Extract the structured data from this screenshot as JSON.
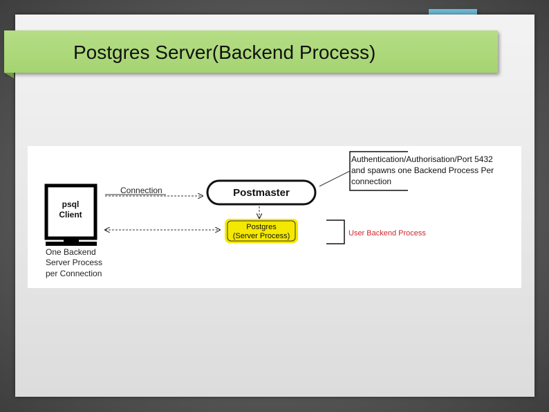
{
  "slide": {
    "title": "Postgres Server(Backend Process)"
  },
  "diagram": {
    "client_label_line1": "psql",
    "client_label_line2": "Client",
    "client_caption": [
      "One Backend",
      "Server Process",
      "per Connection"
    ],
    "connection_label": "Connection",
    "postmaster_label": "Postmaster",
    "server_process_line1": "Postgres",
    "server_process_line2": "(Server Process)",
    "auth_note": [
      "Authentication/Authorisation/Port 5432",
      "and spawns one Backend Process Per",
      "connection"
    ],
    "user_backend_label": "User Backend  Process",
    "colors": {
      "title_band": "#a9d676",
      "accent_bar": "#6fb7d4",
      "highlight": "#f5e800",
      "user_backend_text": "#d0262a"
    }
  }
}
